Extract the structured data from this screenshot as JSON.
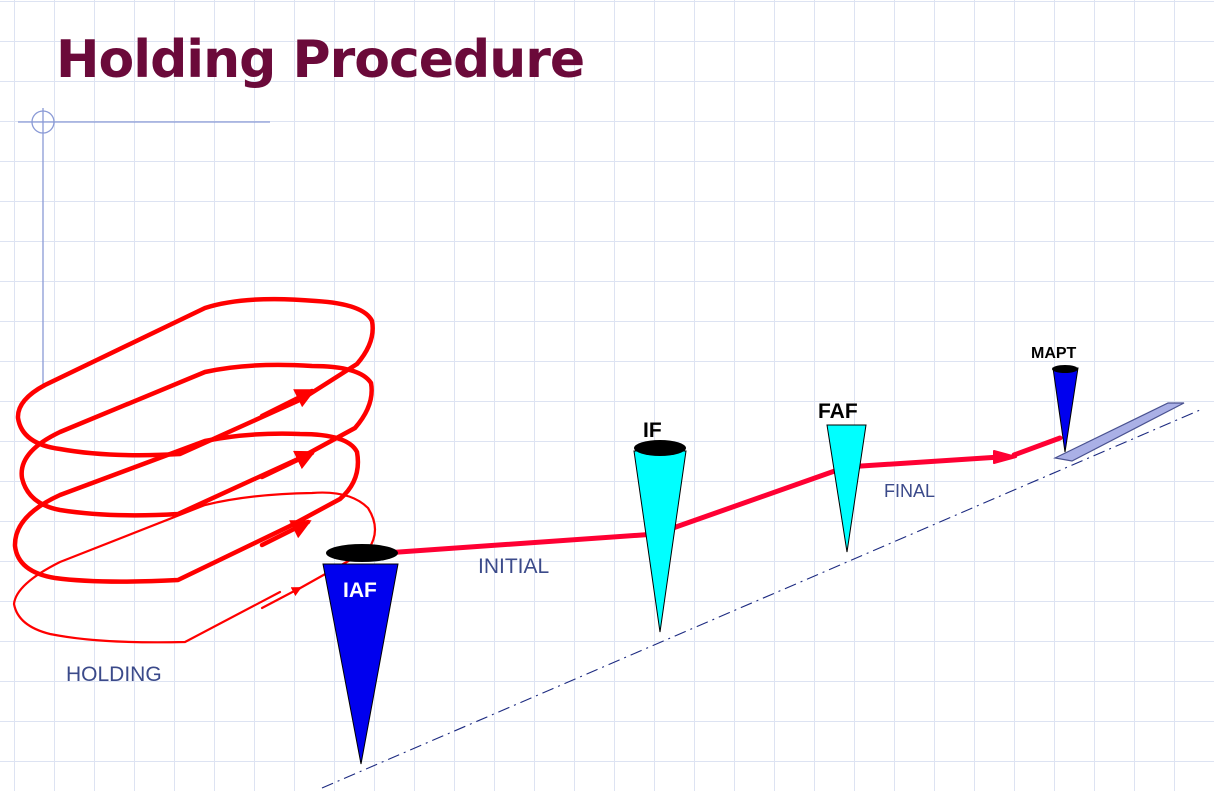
{
  "title": "Holding Procedure",
  "segments": {
    "holding": "HOLDING",
    "initial": "INITIAL",
    "final": "FINAL"
  },
  "fixes": {
    "iaf": "IAF",
    "if": "IF",
    "faf": "FAF",
    "mapt": "MAPT"
  },
  "colors": {
    "title": "#6b0a3a",
    "track": "#ff0000",
    "approach_path": "#ff0033",
    "iaf_cone": "#0000ee",
    "if_cone": "#00ffff",
    "faf_cone": "#00ffff",
    "mapt_cone": "#0000ee",
    "runway": "#aab0e6",
    "label_text": "#3b4a8a",
    "crosshair": "#8a9ad6",
    "ground_line": "#1c2a80"
  }
}
